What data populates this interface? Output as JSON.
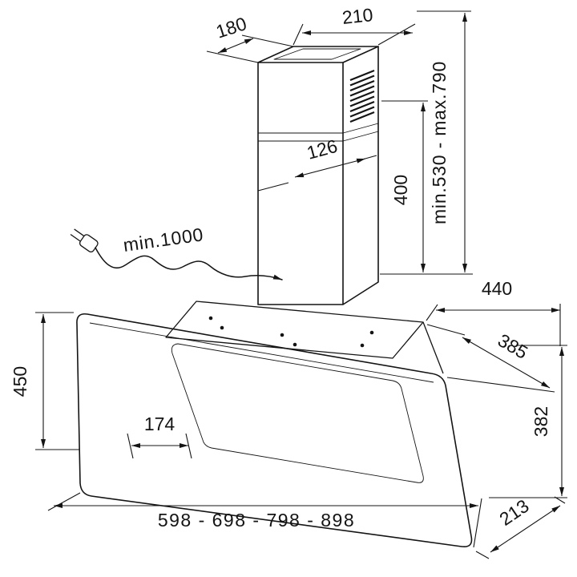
{
  "diagram": {
    "background": "#ffffff",
    "line_color": "#141414",
    "labels": {
      "chimney_depth": "180",
      "chimney_width": "210",
      "duct_inset": "126",
      "height_range": "min.530 - max.790",
      "lower_section_height": "400",
      "cable_length": "min.1000",
      "top_depth": "440",
      "top_slant_depth": "385",
      "side_height": "382",
      "glass_height": "450",
      "inner_offset": "174",
      "model_widths": "598 - 698 - 798 - 898",
      "bottom_depth": "213"
    }
  }
}
